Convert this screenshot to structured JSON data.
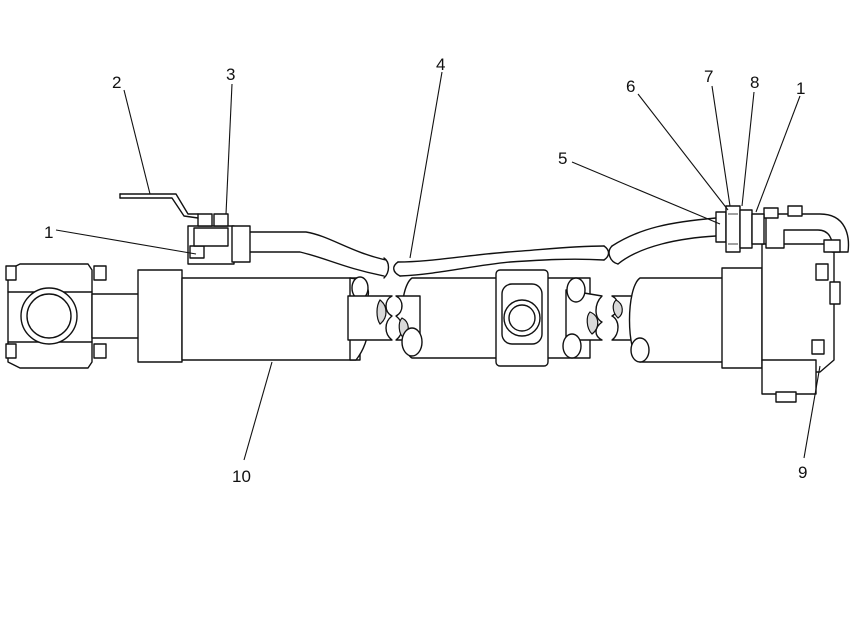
{
  "callouts": [
    {
      "id": "c1a",
      "label": "1"
    },
    {
      "id": "c2",
      "label": "2"
    },
    {
      "id": "c3",
      "label": "3"
    },
    {
      "id": "c4",
      "label": "4"
    },
    {
      "id": "c5",
      "label": "5"
    },
    {
      "id": "c6",
      "label": "6"
    },
    {
      "id": "c7",
      "label": "7"
    },
    {
      "id": "c8",
      "label": "8"
    },
    {
      "id": "c1b",
      "label": "1"
    },
    {
      "id": "c9",
      "label": "9"
    },
    {
      "id": "c10",
      "label": "10"
    }
  ],
  "colors": {
    "line": "#111111",
    "background": "#ffffff"
  }
}
